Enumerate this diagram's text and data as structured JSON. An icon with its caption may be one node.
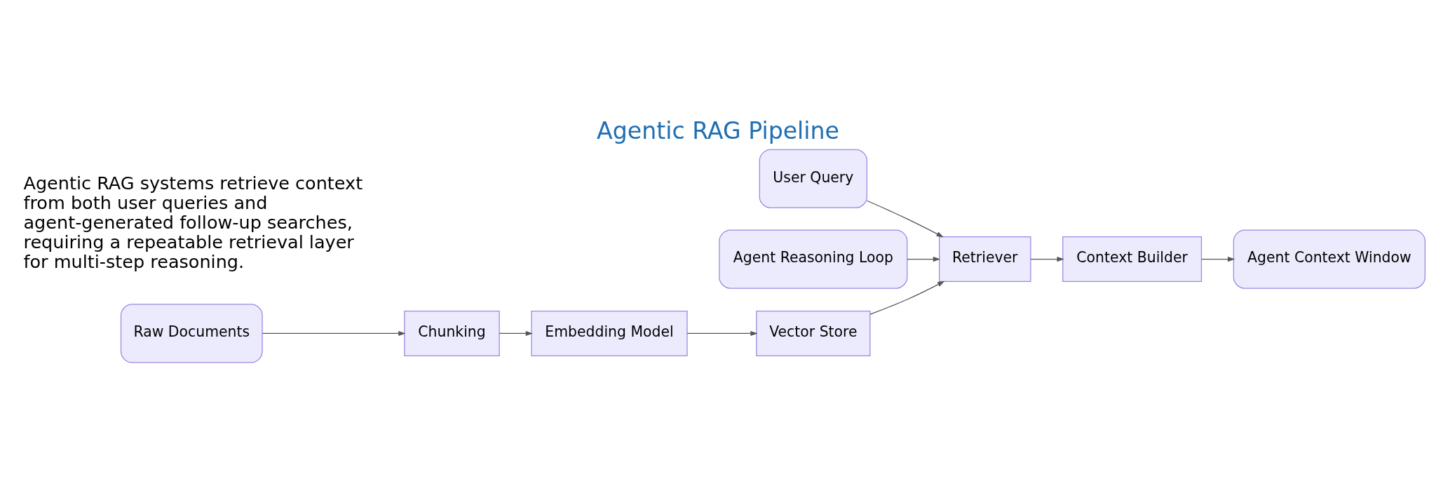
{
  "diagram": {
    "title": "Agentic RAG Pipeline",
    "nodes": [
      {
        "text": [
          "User Query"
        ]
      },
      {
        "text": [
          "Agent Reasoning Loop"
        ]
      },
      {
        "text": [
          "Retriever"
        ]
      },
      {
        "text": [
          "Context Builder"
        ]
      },
      {
        "text": [
          "Agent Context Window"
        ]
      },
      {
        "text": [
          "Raw Documents"
        ]
      },
      {
        "text": [
          "Chunking"
        ]
      },
      {
        "text": [
          "Embedding Model"
        ]
      },
      {
        "text": [
          "Vector Store"
        ]
      }
    ],
    "edges": [
      {
        "from": 0,
        "to": 2,
        "arrow": "to"
      },
      {
        "from": 1,
        "to": 2,
        "arrow": "to"
      },
      {
        "from": 2,
        "to": 3,
        "arrow": "to"
      },
      {
        "from": 3,
        "to": 4,
        "arrow": "to"
      },
      {
        "from": 5,
        "to": 6,
        "arrow": "to"
      },
      {
        "from": 6,
        "to": 7,
        "arrow": "to"
      },
      {
        "from": 7,
        "to": 8,
        "arrow": "to"
      },
      {
        "from": 8,
        "to": 2,
        "arrow": "to"
      }
    ],
    "labels": [
      "Agentic RAG systems retrieve context from both user queries and agent-generated follow-up searches, requiring a repeatable retrieval layer for multi-step reasoning."
    ]
  }
}
